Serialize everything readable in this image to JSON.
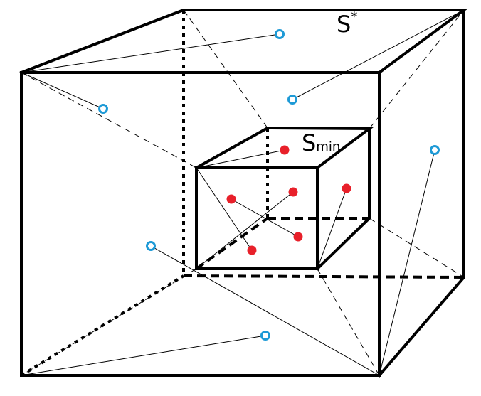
{
  "labels": {
    "outer_main": "S",
    "outer_sup": "*",
    "inner_main": "S",
    "inner_sub": "min"
  },
  "colors": {
    "outer_points": "#1e9ad6",
    "inner_points": "#e8202a",
    "lines": "#000000"
  }
}
